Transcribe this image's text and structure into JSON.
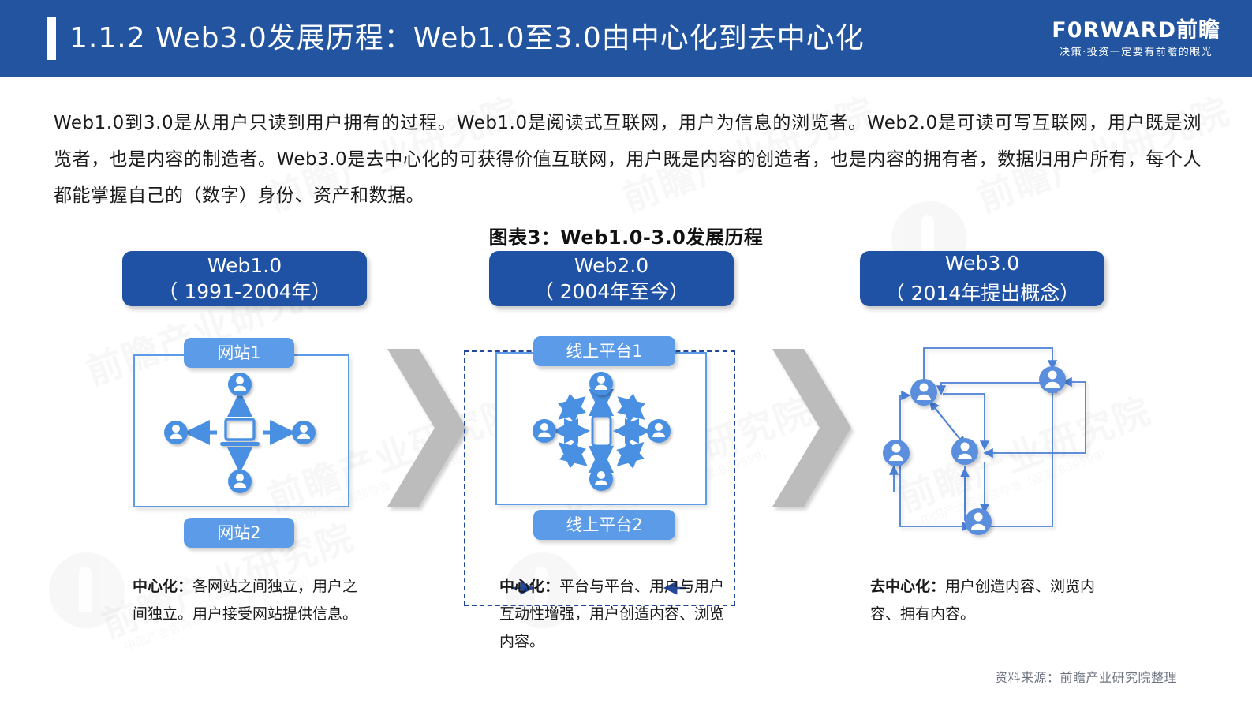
{
  "header": {
    "title": "1.1.2 Web3.0发展历程：Web1.0至3.0由中心化到去中心化",
    "logo_main": "F0RWARD前瞻",
    "logo_sub": "决策·投资一定要有前瞻的眼光"
  },
  "intro": "Web1.0到3.0是从用户只读到用户拥有的过程。Web1.0是阅读式互联网，用户为信息的浏览者。Web2.0是可读可写互联网，用户既是浏览者，也是内容的制造者。Web3.0是去中心化的可获得价值互联网，用户既是内容的创造者，也是内容的拥有者，数据归用户所有，每个人都能掌握自己的（数字）身份、资产和数据。",
  "figure": {
    "title": "图表3：Web1.0-3.0发展历程",
    "source": "资料来源：前瞻产业研究院整理"
  },
  "panels": [
    {
      "era_title": "Web1.0",
      "era_period": "（ 1991-2004年）",
      "tag_top": "网站1",
      "tag_bottom": "网站2",
      "caption_label": "中心化：",
      "caption_text": "各网站之间独立，用户之间独立。用户接受网站提供信息。",
      "center_icon": "laptop-icon",
      "node_count": 4
    },
    {
      "era_title": "Web2.0",
      "era_period": "（ 2004年至今）",
      "tag_top": "线上平台1",
      "tag_bottom": "线上平台2",
      "caption_label": "中心化：",
      "caption_text": "平台与平台、用户与用户互动性增强，用户创造内容、浏览内容。",
      "center_icon": "phone-icon",
      "node_count": 4
    },
    {
      "era_title": "Web3.0",
      "era_period": "（ 2014年提出概念）",
      "tag_top": "",
      "tag_bottom": "",
      "caption_label": "去中心化：",
      "caption_text": "用户创造内容、浏览内容、拥有内容。",
      "center_icon": "",
      "node_count": 5
    }
  ],
  "colors": {
    "header_blue": "#22549f",
    "box_blue": "#1f52a5",
    "tag_blue": "#5b9be8",
    "dash_blue": "#23479a",
    "chevron_gray": "#bcbcbc",
    "source_gray": "#6d7480"
  },
  "watermark": {
    "text": "前瞻产业研究院",
    "sub": "中国产业咨询领导者（股票:839599）"
  }
}
